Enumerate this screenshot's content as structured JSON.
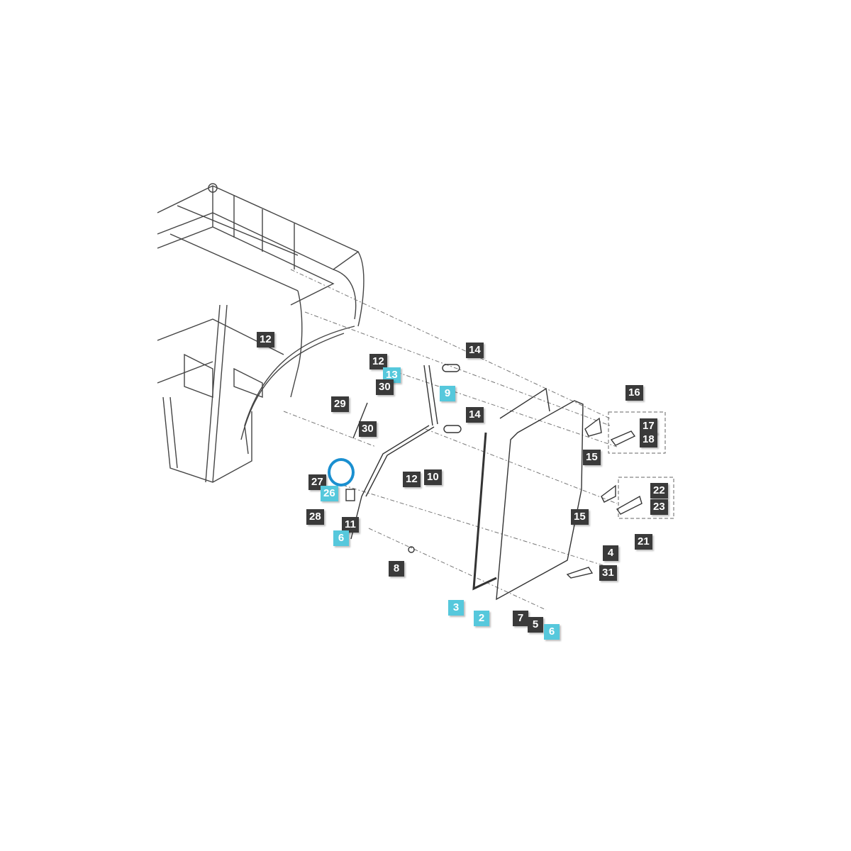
{
  "colors": {
    "callout_dark": "#3a3a3a",
    "callout_highlight": "#56c8dc",
    "selection_ring": "#1a8fd0"
  },
  "callouts": [
    {
      "label": "12",
      "style": "dark"
    },
    {
      "label": "12",
      "style": "dark"
    },
    {
      "label": "13",
      "style": "cyan"
    },
    {
      "label": "30",
      "style": "dark"
    },
    {
      "label": "14",
      "style": "dark"
    },
    {
      "label": "9",
      "style": "cyan"
    },
    {
      "label": "29",
      "style": "dark"
    },
    {
      "label": "30",
      "style": "dark"
    },
    {
      "label": "14",
      "style": "dark"
    },
    {
      "label": "16",
      "style": "dark"
    },
    {
      "label": "17",
      "style": "dark"
    },
    {
      "label": "18",
      "style": "dark"
    },
    {
      "label": "15",
      "style": "dark"
    },
    {
      "label": "12",
      "style": "dark"
    },
    {
      "label": "10",
      "style": "dark"
    },
    {
      "label": "27",
      "style": "dark"
    },
    {
      "label": "26",
      "style": "cyan"
    },
    {
      "label": "22",
      "style": "dark"
    },
    {
      "label": "23",
      "style": "dark"
    },
    {
      "label": "15",
      "style": "dark"
    },
    {
      "label": "28",
      "style": "dark"
    },
    {
      "label": "11",
      "style": "dark"
    },
    {
      "label": "6",
      "style": "cyan"
    },
    {
      "label": "21",
      "style": "dark"
    },
    {
      "label": "4",
      "style": "dark"
    },
    {
      "label": "31",
      "style": "dark"
    },
    {
      "label": "8",
      "style": "dark"
    },
    {
      "label": "3",
      "style": "cyan"
    },
    {
      "label": "2",
      "style": "cyan"
    },
    {
      "label": "7",
      "style": "dark"
    },
    {
      "label": "5",
      "style": "dark"
    },
    {
      "label": "6",
      "style": "cyan"
    }
  ]
}
